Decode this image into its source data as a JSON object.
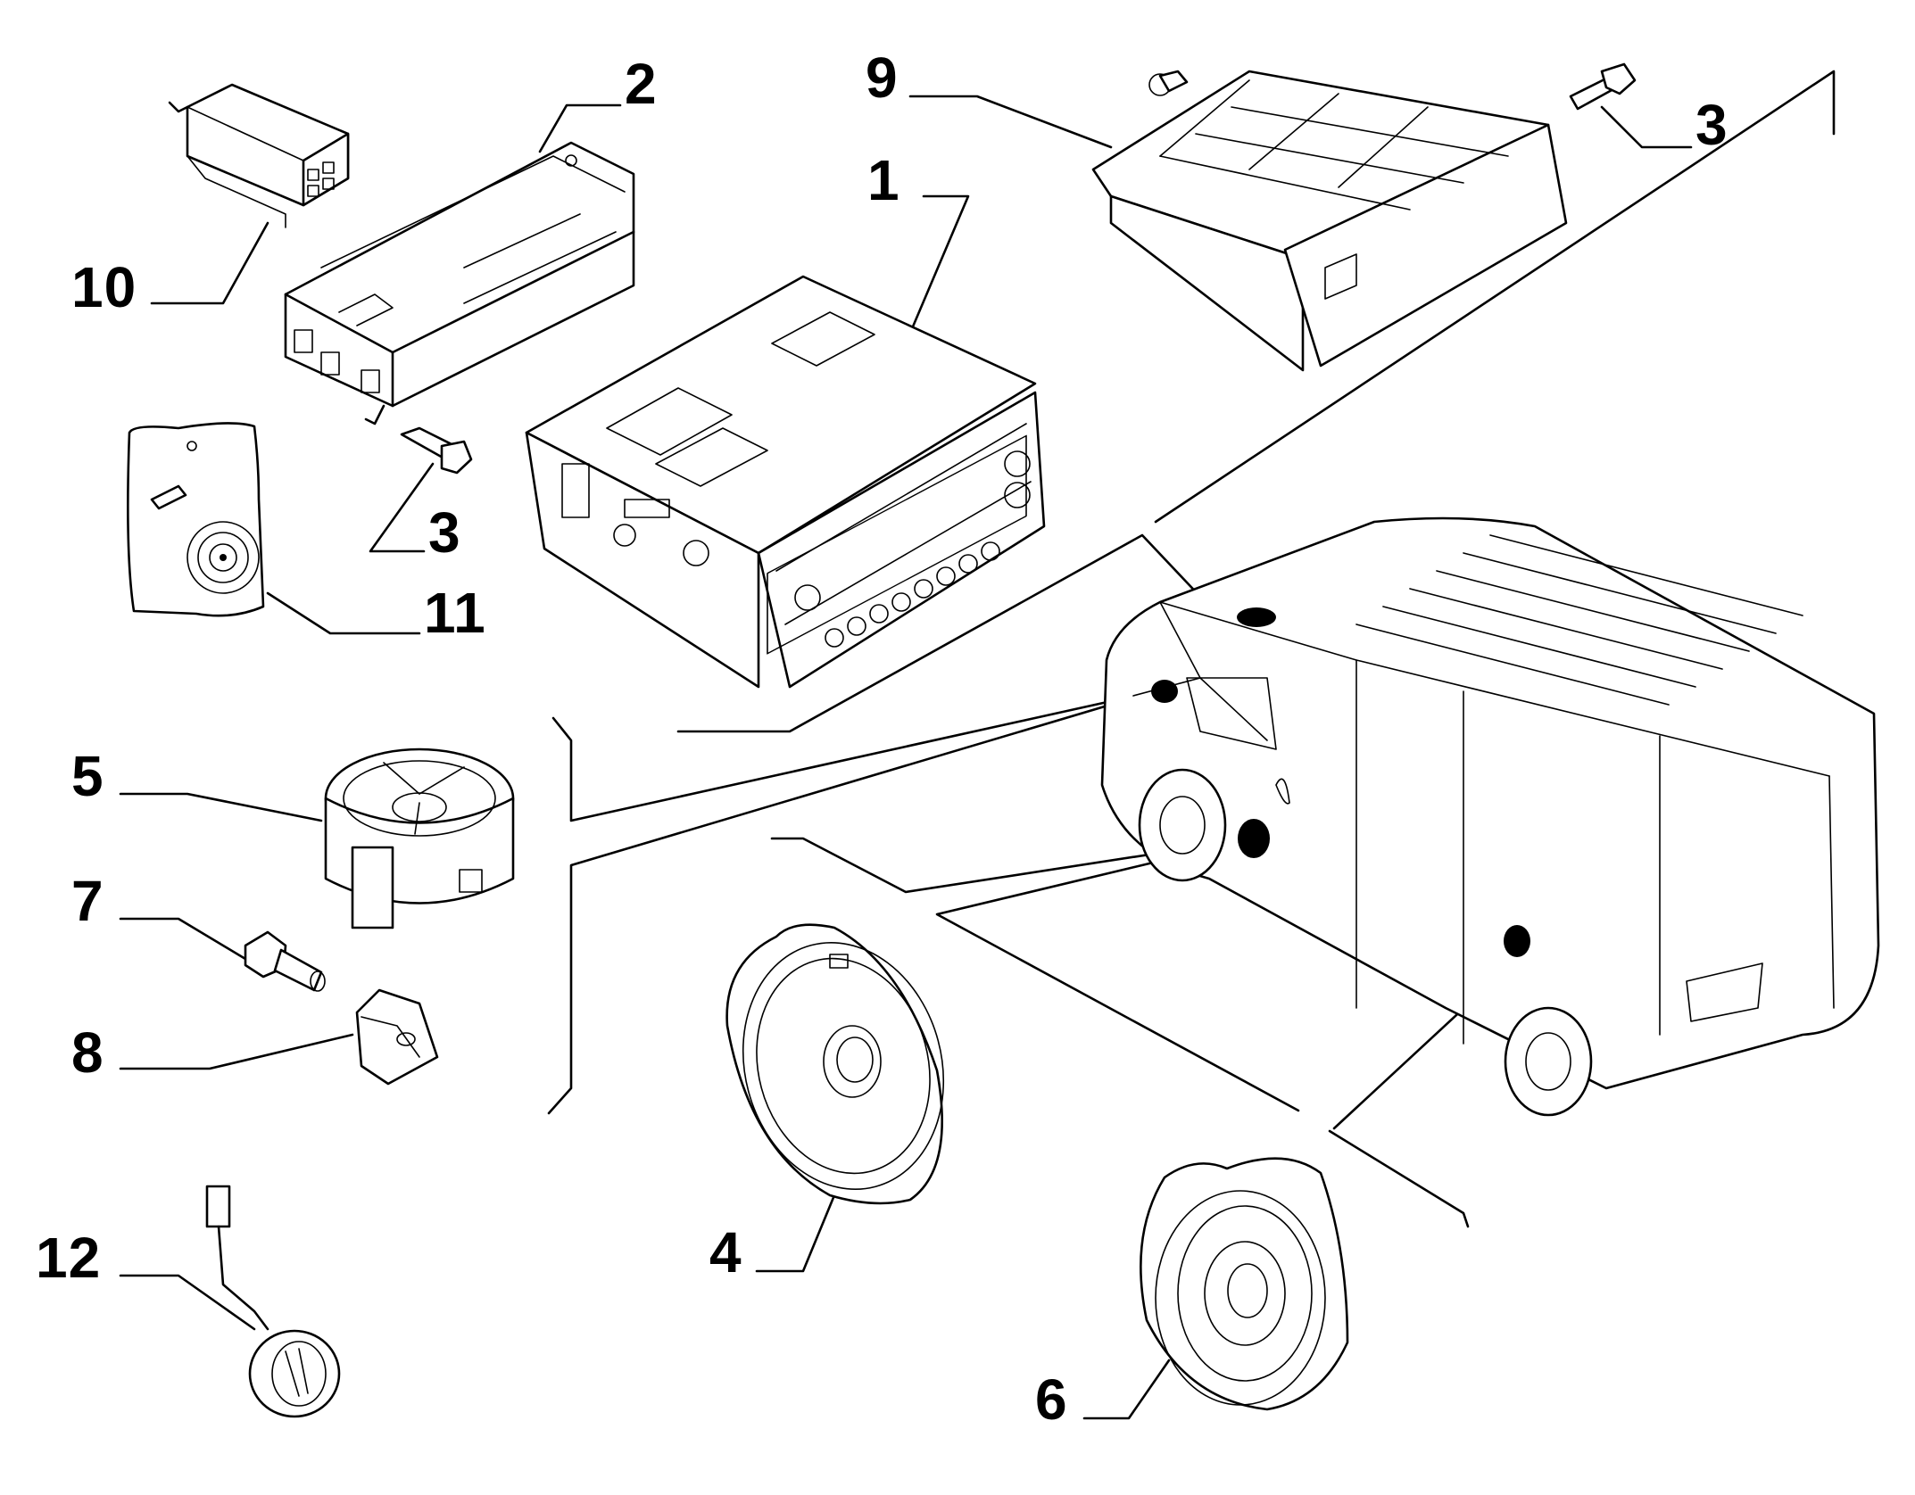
{
  "callouts": {
    "c1": "1",
    "c2": "2",
    "c3a": "3",
    "c3b": "3",
    "c4": "4",
    "c5": "5",
    "c6": "6",
    "c7": "7",
    "c8": "8",
    "c9": "9",
    "c10": "10",
    "c11": "11",
    "c12": "12"
  },
  "colors": {
    "ink": "#000000",
    "paper": "#ffffff"
  }
}
